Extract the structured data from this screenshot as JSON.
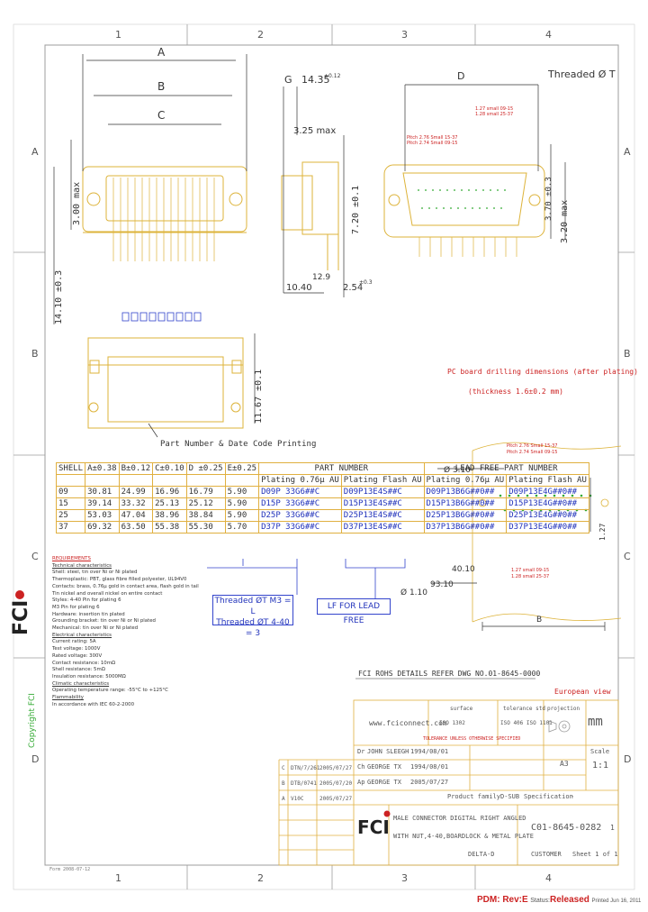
{
  "frame": {
    "columns": [
      "1",
      "2",
      "3",
      "4"
    ],
    "rows": [
      "A",
      "B",
      "C",
      "D"
    ]
  },
  "dims": {
    "a": "A",
    "b": "B",
    "c": "C",
    "d": "D",
    "g": "G",
    "w1": "14.35",
    "w1_tol": "±0.12",
    "w2": "3.25 max",
    "h1": "7.20 ±0.1",
    "h_left": "3.00 max",
    "h_right": "3.20 max",
    "h_right2": "3.70 ±0.3",
    "depth": "14.10 ±0.3",
    "bottom1": "10.40",
    "bottom2": "12.9",
    "bottom3": "2.54",
    "bottom3_tol": "±0.3",
    "threaded": "Threaded Ø T",
    "pitch1": "Pitch 2.76 Small 15-37",
    "pitch2": "Pitch 2.74 Small 09-15",
    "pitch3": "1.27 small 09-15",
    "pitch4": "1.28 small 25-37",
    "side_h": "11.67 ±0.1",
    "pcb_h": "1.27",
    "pcb_w": "93.10",
    "pcb_w2": "40.10",
    "pcb_b": "B",
    "pcb_d1": "Ø 3.10",
    "pcb_d2": "Ø 1.10"
  },
  "notes": {
    "part_number_print": "Part Number & Date Code Printing",
    "pcb_title": "PC board drilling dimensions (after plating)",
    "pcb_thickness": "(thickness 1.6±0.2 mm)",
    "lf_label": "LF FOR LEAD FREE",
    "threaded_m3": "Threaded ØT   M3 = L",
    "threaded_4_40": "Threaded ØT 4-40 = 3",
    "rohs": "FCI ROHS DETAILS REFER DWG NO.01-8645-0000",
    "european_view": "European view",
    "copyright": "Copyright FCI",
    "footer_left": "Form 2008-07-12"
  },
  "table": {
    "headers": [
      "SHELL",
      "A±0.38",
      "B±0.12",
      "C±0.10",
      "D ±0.25",
      "E±0.25"
    ],
    "part_number_title": "PART NUMBER",
    "lead_free_title": "LEAD FREE PART NUMBER",
    "sub_headers": [
      "Plating 0.76µ AU",
      "Plating Flash AU",
      "Plating 0.76µ AU",
      "Plating Flash AU"
    ],
    "rows": [
      [
        "09",
        "30.81",
        "24.99",
        "16.96",
        "16.79",
        "5.90",
        "D09P 33G6##C",
        "D09P13E4S##C",
        "D09P13B6G##0##",
        "D09P13E4G##0##"
      ],
      [
        "15",
        "39.14",
        "33.32",
        "25.13",
        "25.12",
        "5.90",
        "D15P 33G6##C",
        "D15P13E4S##C",
        "D15P13B6G##0##",
        "D15P13E4G##0##"
      ],
      [
        "25",
        "53.03",
        "47.04",
        "38.96",
        "38.84",
        "5.90",
        "D25P 33G6##C",
        "D25P13E4S##C",
        "D25P13B6G##0##",
        "D25P13E4G##0##"
      ],
      [
        "37",
        "69.32",
        "63.50",
        "55.38",
        "55.30",
        "5.70",
        "D37P 33G6##C",
        "D37P13E4S##C",
        "D37P13B6G##0##",
        "D37P13E4G##0##"
      ]
    ]
  },
  "requirements": [
    "REQUIREMENTS",
    "Technical characteristics",
    "Shell: steel, tin over Ni or Ni plated",
    "Thermoplastic: PBT, glass fibre filled polyester, UL94V0",
    "Contacts: brass, 0.76µ gold in contact area, flash gold in tail",
    "Tin nickel and overall nickel on entire contact",
    "Styles: 4-40 Pin for plating 6",
    "  M3 Pin for plating 6",
    "Hardware: insertion tin plated",
    "Grounding bracket: tin over Ni or Ni plated",
    "Mechanical: tin over Ni or Ni plated",
    "Electrical characteristics",
    "Current rating: 5A",
    "Test voltage: 1000V",
    "Rated voltage: 300V",
    "Contact resistance: 10mΩ",
    "Shell resistance: 5mΩ",
    "Insulation resistance: 5000MΩ",
    "Climatic characteristics",
    "Operating temperature range: -55°C to +125°C",
    "Flammability",
    "In accordance with IEC 60-2-2000"
  ],
  "title_block": {
    "website": "www.fciconnect.com",
    "surface": "surface",
    "surface_std": "ISO 1302",
    "tolerance": "tolerance std",
    "tolerance_std": "ISO 406  ISO 1101",
    "projection": "projection",
    "units": "mm",
    "tol_note": "TOLERANCE UNLESS OTHERWISE SPECIFIED",
    "format": "A3",
    "scale_label": "Scale",
    "scale": "1:1",
    "drawn_rows": [
      [
        "Dr",
        "JOHN SLEEGH",
        "1994/08/01"
      ],
      [
        "Ch",
        "GEORGE TX",
        "1994/08/01"
      ],
      [
        "Ap",
        "GEORGE TX",
        "2005/07/27"
      ]
    ],
    "rev_rows": [
      [
        "C",
        "DTN/7/261",
        "2005/07/27"
      ],
      [
        "B",
        "DTB/0741",
        "2005/07/20"
      ],
      [
        "A",
        "V10C",
        "2005/07/27"
      ]
    ],
    "product_family": "Product family",
    "product_family_value": "D-SUB",
    "specification": "Specification",
    "spec_value": "-",
    "logo": "FCI",
    "title_line1": "MALE CONNECTOR DIGITAL RIGHT ANGLED",
    "title_line2": "WITH NUT,4-40,BOARDLOCK & METAL PLATE",
    "drawing_no": "C01-8645-0282",
    "sheet": "1",
    "customer_label": "CUSTOMER",
    "sheet_label": "Sheet 1 of 1",
    "delta": "DELTA-D"
  },
  "status": {
    "pdm": "PDM: Rev:E",
    "status_label": "Status:",
    "released": "Released",
    "printed": "Printed Jun 16, 2011"
  },
  "colors": {
    "outline": "#ddb33a",
    "frame": "#9c9c9c",
    "blue": "#2233bb",
    "red": "#cc2222",
    "green": "#33aa33"
  }
}
